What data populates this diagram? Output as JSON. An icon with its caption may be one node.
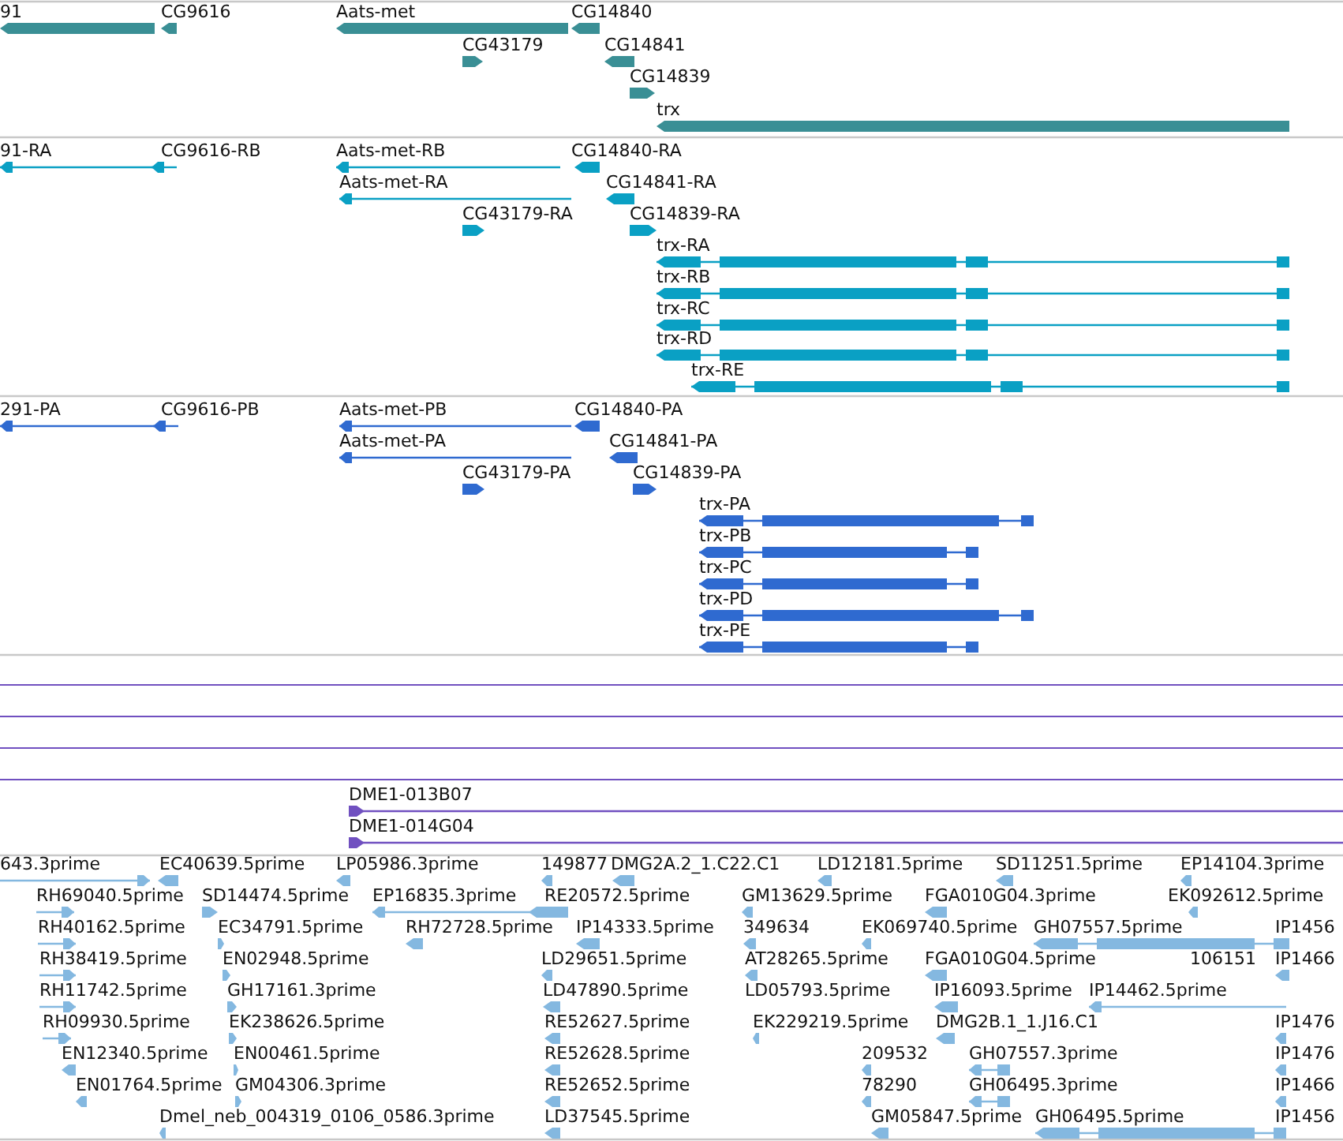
{
  "diagram": {
    "labels": [
      "91",
      "CG9616",
      "Aats-met",
      "CG14840",
      "CG43179",
      "CG14841",
      "CG14839",
      "trx",
      "91-RA",
      "CG9616-RB",
      "Aats-met-RB",
      "CG14840-RA",
      "Aats-met-RA",
      "CG14841-RA",
      "CG43179-RA",
      "CG14839-RA",
      "trx-RA",
      "trx-RB",
      "trx-RC",
      "trx-RD",
      "trx-RE",
      "291-PA",
      "CG9616-PB",
      "Aats-met-PB",
      "CG14840-PA",
      "Aats-met-PA",
      "CG14841-PA",
      "CG43179-PA",
      "CG14839-PA",
      "trx-PA",
      "trx-PB",
      "trx-PC",
      "trx-PD",
      "trx-PE",
      "DME1-013B07",
      "DME1-014G04",
      "643.3prime",
      "EC40639.5prime",
      "LP05986.3prime",
      "149877",
      "DMG2A.2_1.C22.C1",
      "LD12181.5prime",
      "SD11251.5prime",
      "EP14104.3prime",
      "RH69040.5prime",
      "SD14474.5prime",
      "EP16835.3prime",
      "RE20572.5prime",
      "GM13629.5prime",
      "FGA010G04.3prime",
      "EK092612.5prime",
      "RH40162.5prime",
      "EC34791.5prime",
      "RH72728.5prime",
      "IP14333.5prime",
      "349634",
      "EK069740.5prime",
      "GH07557.5prime",
      "IP1456",
      "RH38419.5prime",
      "EN02948.5prime",
      "LD29651.5prime",
      "AT28265.5prime",
      "FGA010G04.5prime",
      "106151",
      "IP1466",
      "RH11742.5prime",
      "GH17161.3prime",
      "LD47890.5prime",
      "LD05793.5prime",
      "IP16093.5prime",
      "IP14462.5prime",
      "RH09930.5prime",
      "EK238626.5prime",
      "RE52627.5prime",
      "EK229219.5prime",
      "DMG2B.1_1.J16.C1",
      "IP1476",
      "EN12340.5prime",
      "EN00461.5prime",
      "RE52628.5prime",
      "209532",
      "GH07557.3prime",
      "IP1476",
      "EN01764.5prime",
      "GM04306.3prime",
      "RE52652.5prime",
      "78290",
      "GH06495.3prime",
      "IP1466",
      "Dmel_neb_004319_0106_0586.3prime",
      "LD37545.5prime",
      "GM05847.5prime",
      "GH06495.5prime",
      "IP1456"
    ]
  }
}
